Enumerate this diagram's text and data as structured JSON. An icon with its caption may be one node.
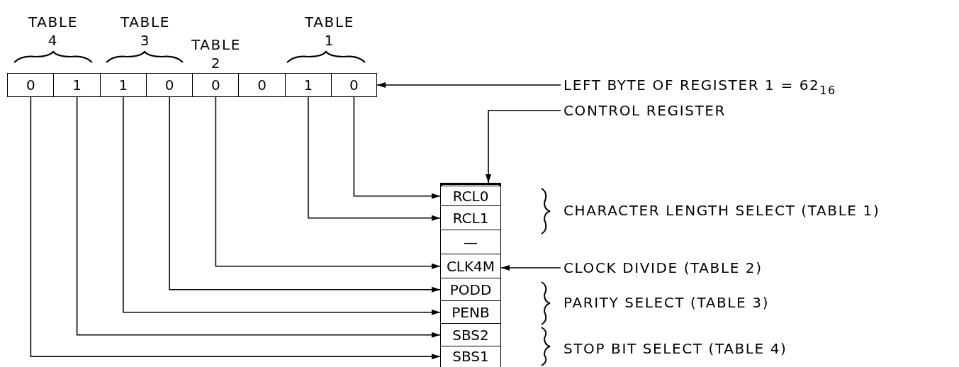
{
  "diagram": {
    "nodes": [
      {
        "text": [],
        "shape": "box"
      },
      {
        "text": [
          "0"
        ],
        "in": 0
      },
      {
        "text": [
          "1"
        ],
        "in": 0
      },
      {
        "text": [
          "1"
        ],
        "in": 0
      },
      {
        "text": [
          "0"
        ],
        "in": 0
      },
      {
        "text": [
          "0"
        ],
        "in": 0
      },
      {
        "text": [
          "0"
        ],
        "in": 0
      },
      {
        "text": [
          "1"
        ],
        "in": 0
      },
      {
        "text": [
          "0"
        ],
        "in": 0
      },
      {
        "text": [
          "LEFT BYTE OF REGISTER 1 = 62$_{16}$"
        ]
      },
      {
        "text": [],
        "shape": "box"
      },
      {
        "text": [
          "RCL0"
        ],
        "in": 10
      },
      {
        "text": [
          "RCL1"
        ],
        "in": 10
      },
      {
        "text": [
          "—"
        ],
        "in": 10
      },
      {
        "text": [
          "CLK4M"
        ],
        "in": 10
      },
      {
        "text": [
          "PODD"
        ],
        "in": 10
      },
      {
        "text": [
          "PENB"
        ],
        "in": 10
      },
      {
        "text": [
          "SBS2"
        ],
        "in": 10
      },
      {
        "text": [
          "SBS1"
        ],
        "in": 10
      },
      {
        "text": [
          "CONTROL REGISTER"
        ]
      },
      {
        "text": [
          "CLOCK DIVIDE (TABLE 2)"
        ]
      }
    ],
    "edges": [
      {
        "from": 9,
        "to": 0,
        "arrow": "to"
      },
      {
        "from": 19,
        "to": 10,
        "arrow": "to"
      },
      {
        "from": 8,
        "to": 11,
        "arrow": "to"
      },
      {
        "from": 7,
        "to": 12,
        "arrow": "to"
      },
      {
        "from": 5,
        "to": 14,
        "arrow": "to"
      },
      {
        "from": 20,
        "to": 14,
        "arrow": "to"
      },
      {
        "from": 4,
        "to": 15,
        "arrow": "to"
      },
      {
        "from": 3,
        "to": 16,
        "arrow": "to"
      },
      {
        "from": 2,
        "to": 17,
        "arrow": "to"
      },
      {
        "from": 1,
        "to": 18,
        "arrow": "to"
      }
    ],
    "labels": [
      "TABLE 4",
      "TABLE 3",
      "TABLE 2",
      "TABLE 1",
      "CHARACTER LENGTH SELECT (TABLE 1)",
      "PARITY SELECT (TABLE 3)",
      "STOP BIT SELECT (TABLE 4)"
    ]
  }
}
